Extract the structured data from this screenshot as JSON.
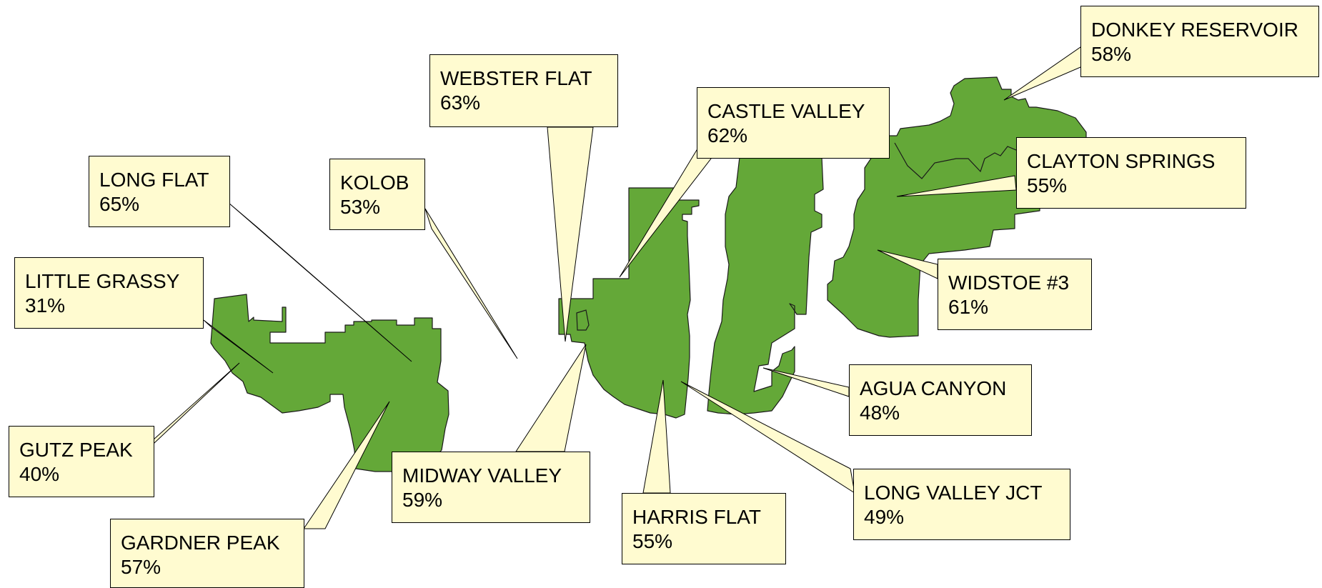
{
  "map": {
    "colors": {
      "land": "#64a838",
      "callout_fill": "#fffbd0",
      "outline": "#000000",
      "background": "#ffffff"
    },
    "labels": [
      {
        "id": "donkey-reservoir",
        "name": "DONKEY RESERVOIR",
        "percent": "58%"
      },
      {
        "id": "webster-flat",
        "name": "WEBSTER FLAT",
        "percent": "63%"
      },
      {
        "id": "castle-valley",
        "name": "CASTLE VALLEY",
        "percent": "62%"
      },
      {
        "id": "clayton-springs",
        "name": "CLAYTON SPRINGS",
        "percent": "55%"
      },
      {
        "id": "long-flat",
        "name": "LONG FLAT",
        "percent": "65%"
      },
      {
        "id": "kolob",
        "name": "KOLOB",
        "percent": "53%"
      },
      {
        "id": "little-grassy",
        "name": "LITTLE GRASSY",
        "percent": "31%"
      },
      {
        "id": "widstoe-3",
        "name": "WIDSTOE #3",
        "percent": "61%"
      },
      {
        "id": "agua-canyon",
        "name": "AGUA CANYON",
        "percent": "48%"
      },
      {
        "id": "gutz-peak",
        "name": "GUTZ PEAK",
        "percent": "40%"
      },
      {
        "id": "midway-valley",
        "name": "MIDWAY VALLEY",
        "percent": "59%"
      },
      {
        "id": "long-valley-jct",
        "name": "LONG VALLEY JCT",
        "percent": "49%"
      },
      {
        "id": "harris-flat",
        "name": "HARRIS FLAT",
        "percent": "55%"
      },
      {
        "id": "gardner-peak",
        "name": "GARDNER PEAK",
        "percent": "57%"
      }
    ]
  }
}
